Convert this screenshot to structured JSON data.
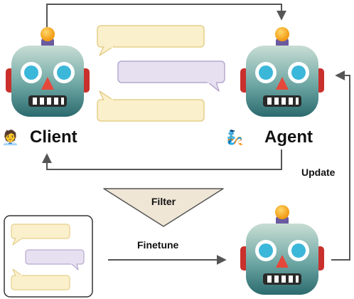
{
  "nodes": {
    "client": {
      "label": "Client",
      "emoji": "🧑‍💼"
    },
    "agent": {
      "label": "Agent",
      "emoji": "🧞"
    },
    "finetuned_robot": {
      "label": ""
    }
  },
  "edges": {
    "update": {
      "label": "Update"
    },
    "finetune": {
      "label": "Finetune"
    }
  },
  "filter": {
    "label": "Filter"
  },
  "colors": {
    "robot_head_top": "#b8d1c8",
    "robot_head_bottom": "#2f6f72",
    "robot_eye_ring": "#ffffff",
    "robot_eye": "#3bb7d9",
    "robot_nose": "#e5483a",
    "robot_ear": "#c9302c",
    "robot_antenna_ball": "#f4a31a",
    "robot_antenna_base": "#6a5aa0",
    "bubble_client": "#fbf0cc",
    "bubble_agent": "#e6e0f0",
    "bubble_stroke_client": "#e4cf8a",
    "bubble_stroke_agent": "#b7a9cf",
    "filter_fill": "#efe6d6",
    "arrow": "#555555"
  }
}
